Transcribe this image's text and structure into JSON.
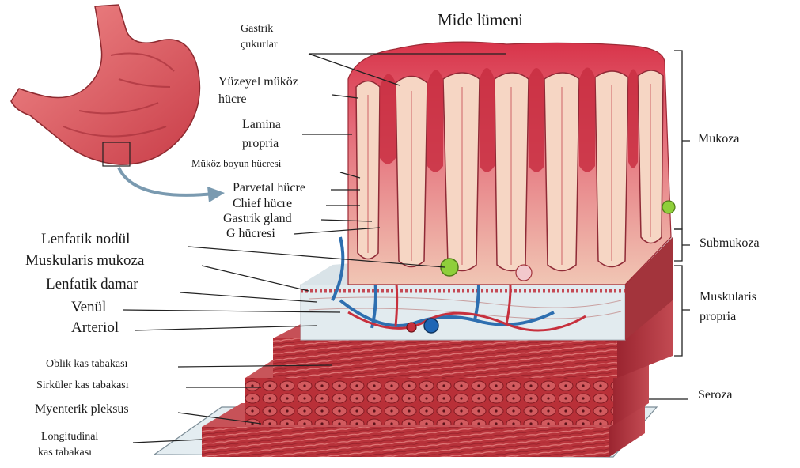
{
  "title": "Mide lümeni",
  "labels": {
    "gastrik_cukurlar_1": "Gastrik",
    "gastrik_cukurlar_2": "çukurlar",
    "yuzeyel_1": "Yüzeyel müköz",
    "yuzeyel_2": "hücre",
    "lamina_1": "Lamina",
    "lamina_2": "propria",
    "mukoz_boyun": "Müköz boyun hücresi",
    "parvetal": "Parvetal hücre",
    "chief": "Chief hücre",
    "gastrik_gland": "Gastrik gland",
    "g_hucresi": "G hücresi",
    "lenfatik_nodul": "Lenfatik nodül",
    "muskularis_mukoza": "Muskularis mukoza",
    "lenfatik_damar": "Lenfatik damar",
    "venul": "Venül",
    "arteriol": "Arteriol",
    "oblik": "Oblik kas tabakası",
    "sirkuler": "Sirküler kas tabakası",
    "myenterik": "Myenterik pleksus",
    "longitudinal_1": "Longitudinal",
    "longitudinal_2": "kas tabakası"
  },
  "layers": {
    "mukoza": "Mukoza",
    "submukoza": "Submukoza",
    "muskularis_1": "Muskularis",
    "muskularis_2": "propria",
    "seroza": "Seroza"
  },
  "colors": {
    "tissue_pink": "#e8a0a0",
    "mucosa_red": "#c9303e",
    "muscle_red": "#b8323a",
    "vein_blue": "#2e6fb0",
    "submucosa": "#dfe8ec",
    "nodule_green": "#8fcf3a"
  }
}
